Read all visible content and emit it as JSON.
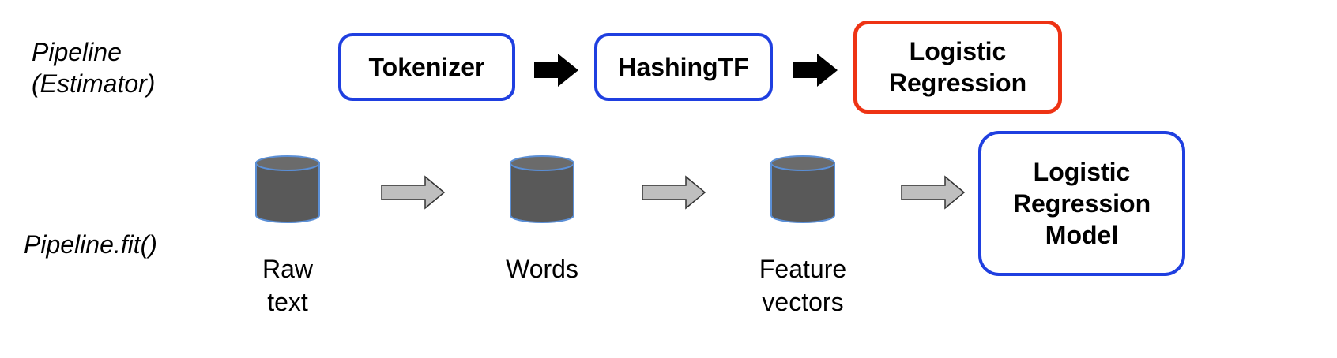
{
  "row_labels": {
    "pipeline_estimator": "Pipeline\n(Estimator)",
    "pipeline_fit": "Pipeline.fit()"
  },
  "stages": [
    {
      "label": "Tokenizer",
      "kind": "transformer"
    },
    {
      "label": "HashingTF",
      "kind": "transformer"
    },
    {
      "label": "Logistic\nRegression",
      "kind": "estimator"
    }
  ],
  "datasets": [
    {
      "label": "Raw\ntext"
    },
    {
      "label": "Words"
    },
    {
      "label": "Feature\nvectors"
    }
  ],
  "model": {
    "label": "Logistic\nRegression\nModel"
  },
  "colors": {
    "transformer_border": "#1f3fe0",
    "estimator_border": "#ee3314",
    "model_border": "#1f3fe0",
    "cylinder_fill": "#595959",
    "cylinder_top": "#6b6b6b",
    "cylinder_stroke": "#5b8fd6",
    "flow_arrow_fill": "#bfbfbf",
    "pipeline_arrow_fill": "#000000"
  }
}
